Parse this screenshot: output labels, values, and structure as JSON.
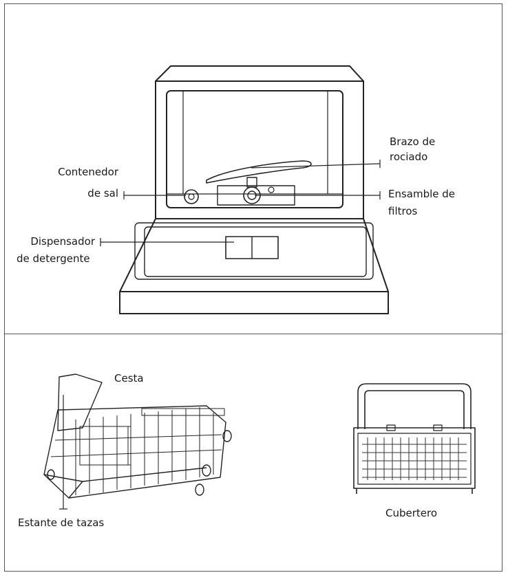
{
  "top_panel": {
    "labels": {
      "brazo": [
        "Brazo de",
        "rociado"
      ],
      "contenedor": [
        "Contenedor",
        "de sal"
      ],
      "filtros": [
        "Ensamble de",
        "filtros"
      ],
      "dispensador": [
        "Dispensador",
        "de detergente"
      ]
    }
  },
  "bottom_panel": {
    "labels": {
      "cesta": "Cesta",
      "estante": "Estante de tazas",
      "cubertero": "Cubertero"
    }
  }
}
